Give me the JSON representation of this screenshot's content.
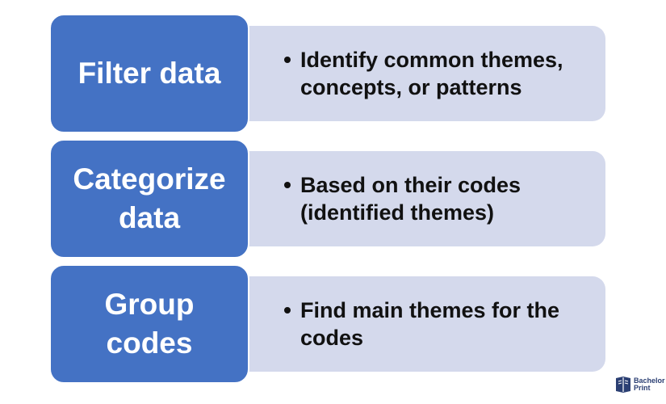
{
  "steps": [
    {
      "label": "Filter data",
      "details": [
        "Identify common themes, concepts, or patterns"
      ]
    },
    {
      "label": "Categorize\ndata",
      "details": [
        "Based on their codes (identified themes)"
      ]
    },
    {
      "label": "Group\ncodes",
      "details": [
        "Find main themes for the codes"
      ]
    }
  ],
  "brand": {
    "line1": "Bachelor",
    "line2": "Print",
    "color": "#2b3f73"
  },
  "colors": {
    "step_fill": "#4472c4",
    "detail_fill": "#d4d9ec"
  }
}
